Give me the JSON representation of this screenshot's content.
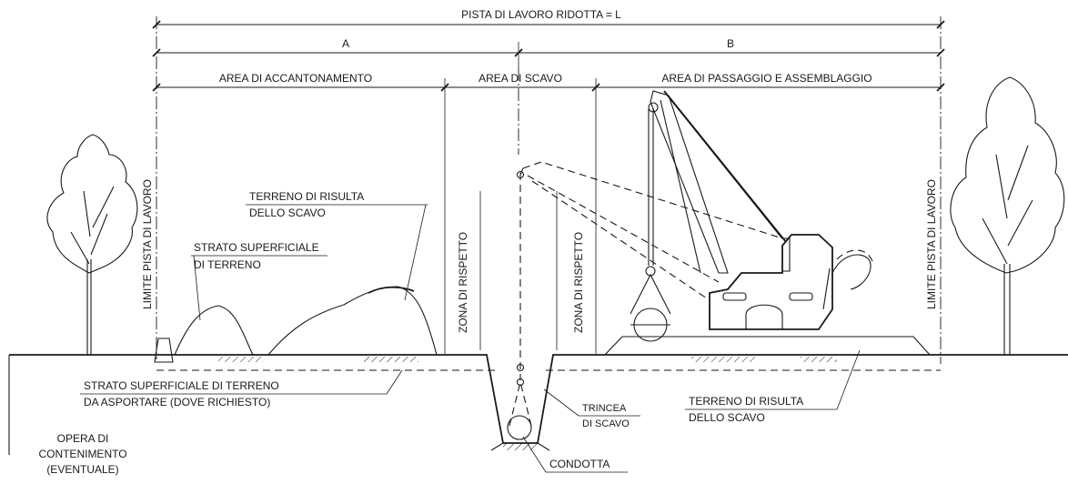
{
  "dimensions": {
    "total": "PISTA DI LAVORO RIDOTTA = L",
    "part_a": "A",
    "part_b": "B",
    "area_accantonamento": "AREA DI ACCANTONAMENTO",
    "area_scavo": "AREA DI SCAVO",
    "area_passaggio": "AREA DI PASSAGGIO E ASSEMBLAGGIO"
  },
  "vertical_labels": {
    "limite_left": "LIMITE PISTA DI LAVORO",
    "limite_right": "LIMITE PISTA DI LAVORO",
    "zona_left": "ZONA DI RISPETTO",
    "zona_right": "ZONA DI RISPETTO"
  },
  "callouts": {
    "terreno_risulta_top_1": "TERRENO DI RISULTA",
    "terreno_risulta_top_2": "DELLO SCAVO",
    "strato_sup_1": "STRATO SUPERFICIALE",
    "strato_sup_2": "DI TERRENO",
    "strato_asportare_1": "STRATO SUPERFICIALE DI TERRENO",
    "strato_asportare_2": "DA ASPORTARE (DOVE RICHIESTO)",
    "opera_1": "OPERA DI",
    "opera_2": "CONTENIMENTO",
    "opera_3": "(EVENTUALE)",
    "trincea_1": "TRINCEA",
    "trincea_2": "DI SCAVO",
    "condotta": "CONDOTTA",
    "terreno_risulta_bottom_1": "TERRENO DI RISULTA",
    "terreno_risulta_bottom_2": "DELLO SCAVO"
  },
  "icons": [
    "tree-icon",
    "pipelayer-machine-icon",
    "pipe-section-icon"
  ]
}
